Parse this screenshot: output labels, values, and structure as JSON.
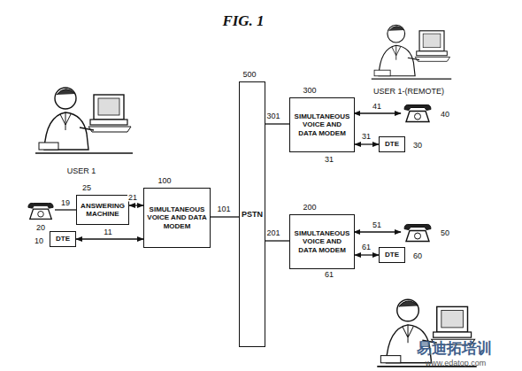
{
  "diagram": {
    "title": "FIG. 1",
    "nodes": [
      {
        "text": [
          "ANSWERING MACHINE"
        ]
      },
      {
        "text": [
          "SIMULTANEOUS VOICE AND DATA MODEM"
        ]
      },
      {
        "text": [
          "DTE"
        ]
      },
      {
        "text": [
          "PSTN"
        ]
      },
      {
        "text": [
          "SIMULTANEOUS VOICE AND DATA MODEM"
        ]
      },
      {
        "text": [
          "DTE"
        ]
      },
      {
        "text": [
          "SIMULTANEOUS VOICE AND DATA MODEM"
        ]
      },
      {
        "text": [
          "DTE"
        ]
      }
    ],
    "edges": [
      {
        "from": 0,
        "to": 1,
        "label": "21",
        "arrow": "both"
      },
      {
        "from": 2,
        "to": 1,
        "label": "11",
        "arrow": "both"
      },
      {
        "from": 1,
        "to": 3,
        "label": "101",
        "arrow": "none"
      },
      {
        "from": 3,
        "to": 4,
        "label": "301",
        "arrow": "none"
      },
      {
        "from": 3,
        "to": 6,
        "label": "201",
        "arrow": "none"
      },
      {
        "from": 4,
        "to": 5,
        "label": "31",
        "arrow": "both"
      },
      {
        "from": 6,
        "to": 7,
        "label": "61",
        "arrow": "both"
      }
    ],
    "labels": [
      "USER 1",
      "USER 1-(REMOTE)",
      "20",
      "19",
      "25",
      "100",
      "10",
      "500",
      "300",
      "41",
      "40",
      "31",
      "30",
      "200",
      "51",
      "50",
      "61",
      "60",
      "易迪拓培训",
      "www.edatop.com"
    ]
  }
}
